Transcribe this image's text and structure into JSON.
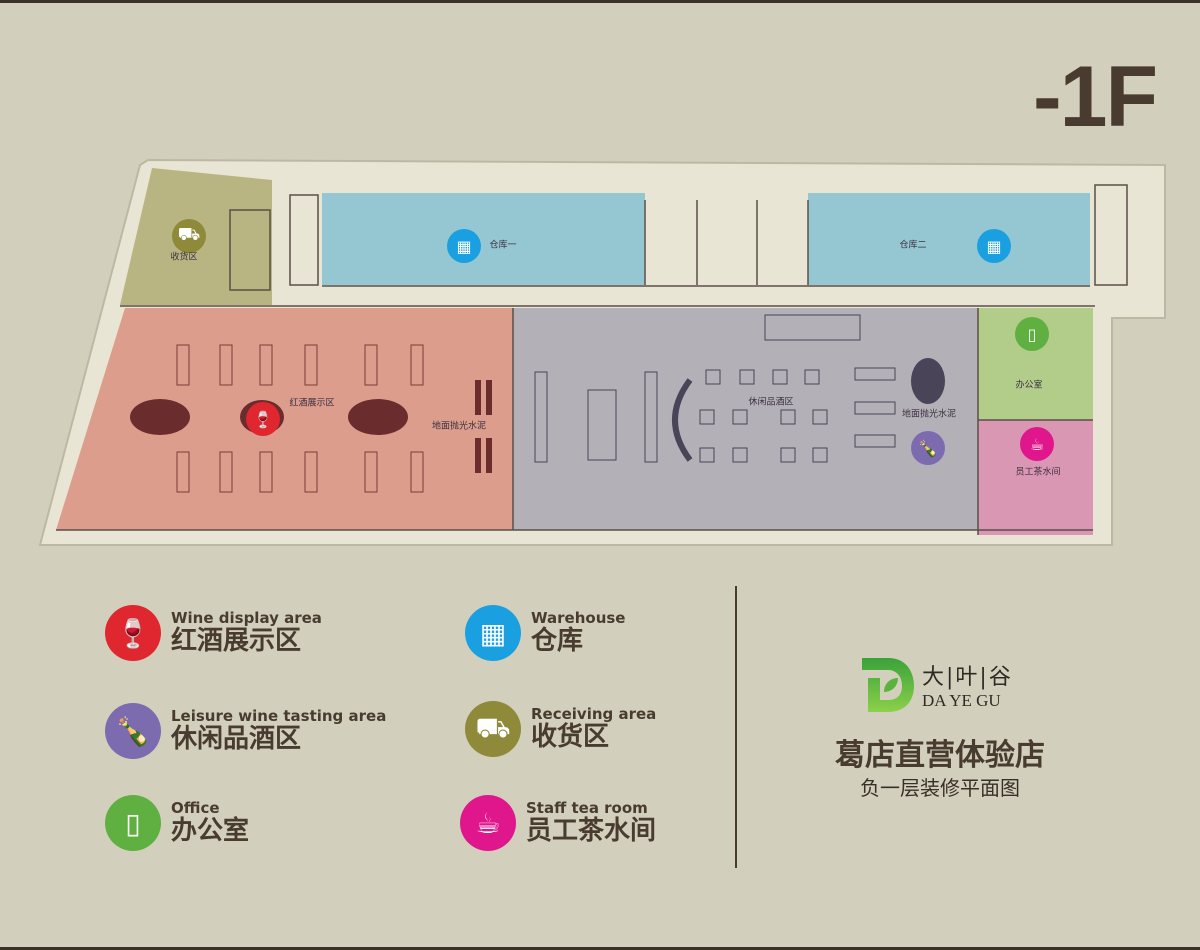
{
  "floor_label": "-1F",
  "plan_labels": {
    "receiving": "收货区",
    "warehouse_1": "仓库一",
    "warehouse_2": "仓库二",
    "wine_display": "红酒展示区",
    "floor_finish_1": "地面抛光水泥",
    "leisure": "休闲品酒区",
    "floor_finish_2": "地面抛光水泥",
    "office": "办公室",
    "tea_room": "员工茶水间"
  },
  "colors": {
    "wine": "#e0262e",
    "warehouse": "#1aa0e0",
    "leisure": "#7d6bb0",
    "receiving": "#8e8a3a",
    "office": "#5fb040",
    "tea": "#e0168c"
  },
  "legend": [
    {
      "en": "Wine display area",
      "zh": "红酒展示区",
      "icon": "wine-icon"
    },
    {
      "en": "Warehouse",
      "zh": "仓库",
      "icon": "warehouse-icon"
    },
    {
      "en": "Leisure wine tasting area",
      "zh": "休闲品酒区",
      "icon": "wine-tasting-icon"
    },
    {
      "en": "Receiving area",
      "zh": "收货区",
      "icon": "forklift-icon"
    },
    {
      "en": "Office",
      "zh": "办公室",
      "icon": "office-door-icon"
    },
    {
      "en": "Staff tea room",
      "zh": "员工茶水间",
      "icon": "tea-cup-icon"
    }
  ],
  "logo": {
    "zh": "大|叶|谷",
    "en": "DA YE GU"
  },
  "title": "葛店直营体验店",
  "subtitle": "负一层装修平面图"
}
